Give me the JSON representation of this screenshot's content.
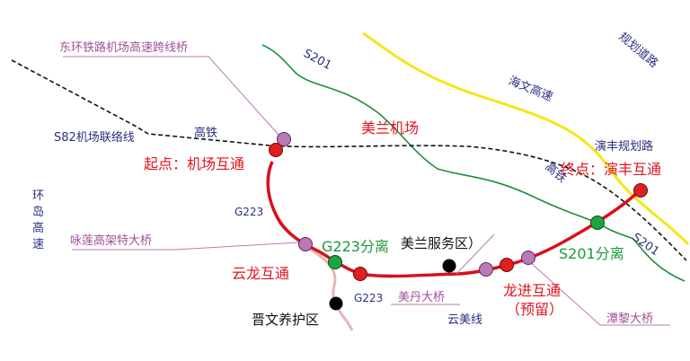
{
  "title": "海文高速延长线路线示意图",
  "colors": {
    "main_route": "#d9101c",
    "railway": "#111111",
    "s201": "#1f8f3a",
    "haiwen": "#f2e81a",
    "g223": "#e8b4b4",
    "bridge": "#b97ab5",
    "interchange": "#e02020",
    "separation": "#1aa540",
    "service": "#000000"
  },
  "labels": {
    "dongHuanBridge": "东环铁路机场高速跨线桥",
    "s201_top": "S201",
    "planRoad": "规划道路",
    "haiwen": "海文高速",
    "meilanAirport": "美兰机场",
    "s82": "S82机场联络线",
    "hsr_left": "高铁",
    "start": "起点：机场互通",
    "yanfengPlanRoad": "演丰规划路",
    "end": "终点：演丰互通",
    "hsr_right": "高铁",
    "ringIsland": [
      "环",
      "岛",
      "高",
      "速"
    ],
    "g223_upper": "G223",
    "yonglianBridge": "咏莲高架特大桥",
    "g223Sep": "G223分离",
    "meilanService": "美兰服务区）",
    "yunlong": "云龙互通",
    "s201Sep": "S201分离",
    "s201_lower": "S201",
    "g223_lower": "G223",
    "meidanBridge": "美丹大桥",
    "longjin": "龙进互通",
    "reserved": "（预留）",
    "jinwen": "晋文养护区",
    "yunmei": "云美线",
    "tanliBridge": "潭黎大桥"
  }
}
